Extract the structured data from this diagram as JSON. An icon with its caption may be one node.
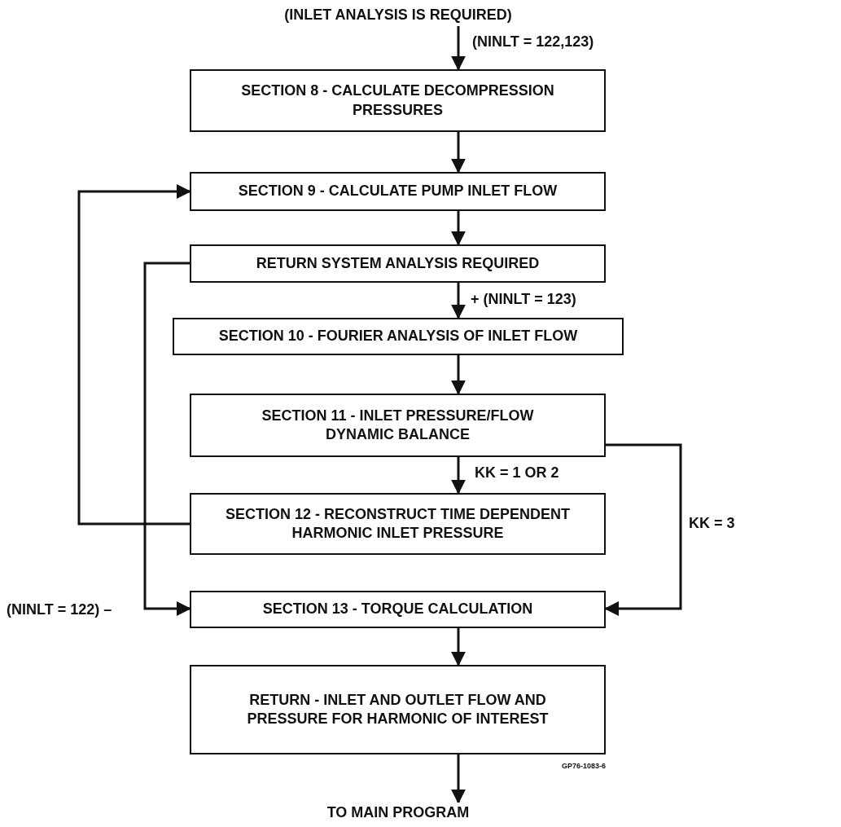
{
  "diagram": {
    "nodes": [
      {
        "text": [
          "(INLET ANALYSIS IS REQUIRED)"
        ]
      },
      {
        "text": [
          "SECTION 8 - CALCULATE DECOMPRESSION PRESSURES"
        ]
      },
      {
        "text": [
          "SECTION 9 - CALCULATE PUMP INLET FLOW"
        ]
      },
      {
        "text": [
          "RETURN SYSTEM ANALYSIS REQUIRED"
        ]
      },
      {
        "text": [
          "SECTION 10 - FOURIER ANALYSIS OF INLET FLOW"
        ]
      },
      {
        "text": [
          "SECTION 11 - INLET PRESSURE/FLOW DYNAMIC BALANCE"
        ]
      },
      {
        "text": [
          "SECTION 12 - RECONSTRUCT TIME DEPENDENT HARMONIC INLET PRESSURE"
        ]
      },
      {
        "text": [
          "SECTION 13 - TORQUE CALCULATION"
        ]
      },
      {
        "text": [
          "RETURN - INLET AND OUTLET FLOW AND PRESSURE FOR HARMONIC OF INTEREST"
        ]
      },
      {
        "text": [
          "TO MAIN PROGRAM"
        ]
      }
    ],
    "edges": [
      {
        "from": 0,
        "to": 1,
        "arrow": "to",
        "label": "(NINLT = 122,123)"
      },
      {
        "from": 1,
        "to": 2,
        "arrow": "to"
      },
      {
        "from": 2,
        "to": 3,
        "arrow": "to"
      },
      {
        "from": 3,
        "to": 4,
        "arrow": "to",
        "label": "+ (NINLT = 123)"
      },
      {
        "from": 4,
        "to": 5,
        "arrow": "to"
      },
      {
        "from": 5,
        "to": 6,
        "arrow": "to",
        "label": "KK = 1 OR 2"
      },
      {
        "from": 6,
        "to": 2,
        "arrow": "to"
      },
      {
        "from": 3,
        "to": 7,
        "arrow": "to",
        "label": "(NINLT = 122) –"
      },
      {
        "from": 5,
        "to": 7,
        "arrow": "to",
        "label": "KK = 3"
      },
      {
        "from": 7,
        "to": 8,
        "arrow": "to"
      },
      {
        "from": 8,
        "to": 9,
        "arrow": "to"
      }
    ],
    "labels": [
      "GP76-1083-6"
    ]
  }
}
